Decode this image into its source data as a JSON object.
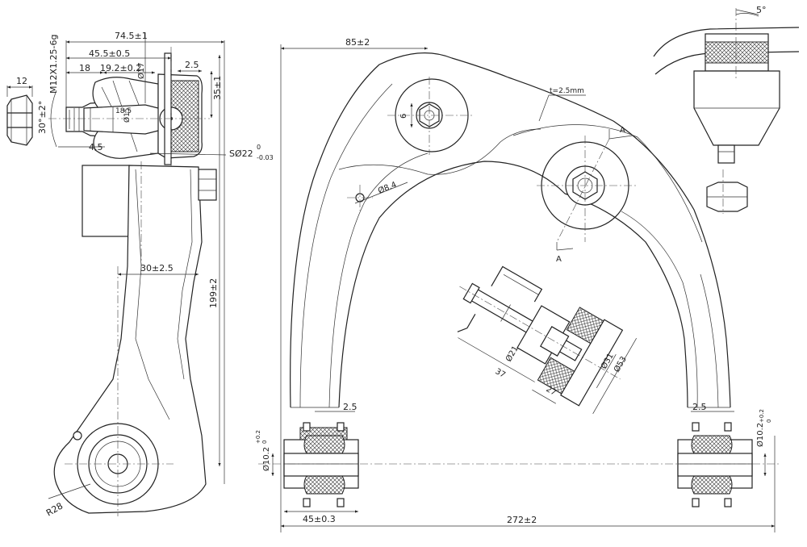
{
  "dimensions": {
    "d74_5": "74.5±1",
    "d45_5": "45.5±0.5",
    "d18": "18",
    "d19_2": "19.2±0.2",
    "d17": "Ø17",
    "d2_5_top": "2.5",
    "d35": "35±1",
    "thread": "M12X1.25-6g",
    "d12": "12",
    "d30deg": "30°±2°",
    "d18_5": "18.5",
    "d15": "Ø15",
    "d4_5": "4.5",
    "sphere": "SØ22",
    "sphere_tol_top": "0",
    "sphere_tol_bot": "-0.03",
    "d30_2_5": "30±2.5",
    "d199": "199±2",
    "r28": "R28",
    "d85": "85±2",
    "t2_5mm": "t=2.5mm",
    "d6": "6",
    "d8_4": "Ø8.4",
    "section_a": "A",
    "d5deg": "5°",
    "d21": "Ø21",
    "d37": "37",
    "d31": "Ø31",
    "d53": "Ø53",
    "d27": "27",
    "d2_5_left": "2.5",
    "d2_5_right": "2.5",
    "d10_2_left": "Ø10.2",
    "d10_2_right": "Ø10.2",
    "d10_2_tol_top": "+0.2",
    "d10_2_tol_bot": "0",
    "d45_0_3": "45±0.3",
    "d272": "272±2"
  }
}
